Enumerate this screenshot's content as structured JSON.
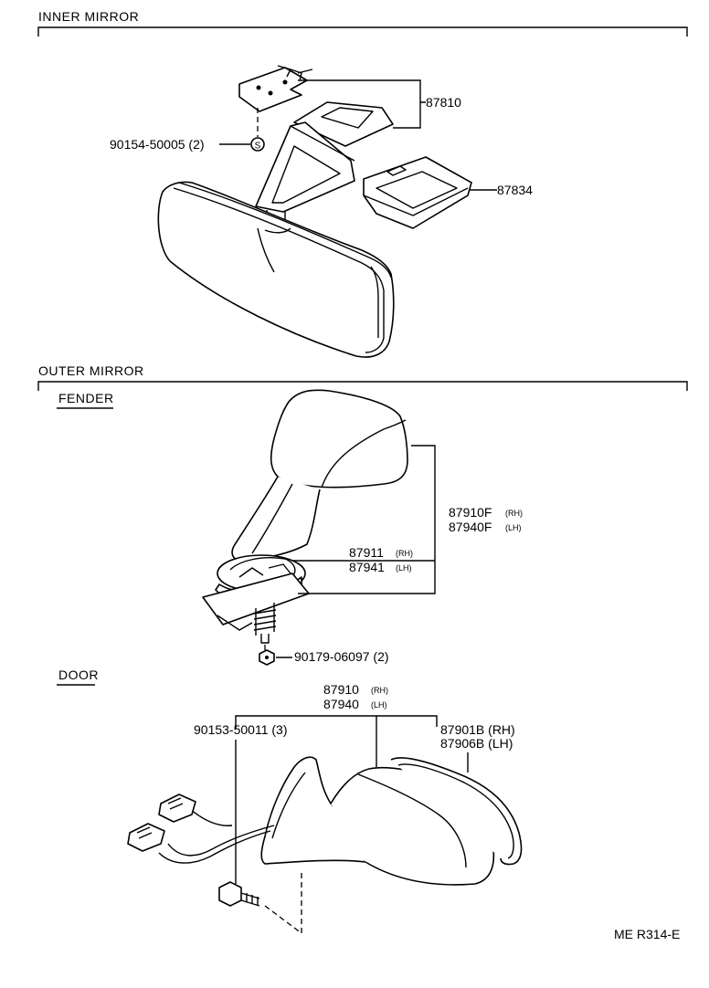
{
  "sections": {
    "inner_mirror": "INNER MIRROR",
    "outer_mirror": "OUTER MIRROR",
    "fender": "FENDER",
    "door": "DOOR"
  },
  "inner_mirror_parts": {
    "p87810": "87810",
    "p90154": "90154-50005 (2)",
    "p87834": "87834",
    "s_mark": "S"
  },
  "fender_parts": {
    "p87910f": "87910F",
    "p87910f_side": "(RH)",
    "p87940f": "87940F",
    "p87940f_side": "(LH)",
    "p87911": "87911",
    "p87911_side": "(RH)",
    "p87941": "87941",
    "p87941_side": "(LH)",
    "p90179": "90179-06097 (2)"
  },
  "door_parts": {
    "p87910": "87910",
    "p87910_side": "(RH)",
    "p87940": "87940",
    "p87940_side": "(LH)",
    "p90153": "90153-50011 (3)",
    "p87901b": "87901B (RH)",
    "p87906b": "87906B (LH)"
  },
  "footer_code": "ME R314-E"
}
